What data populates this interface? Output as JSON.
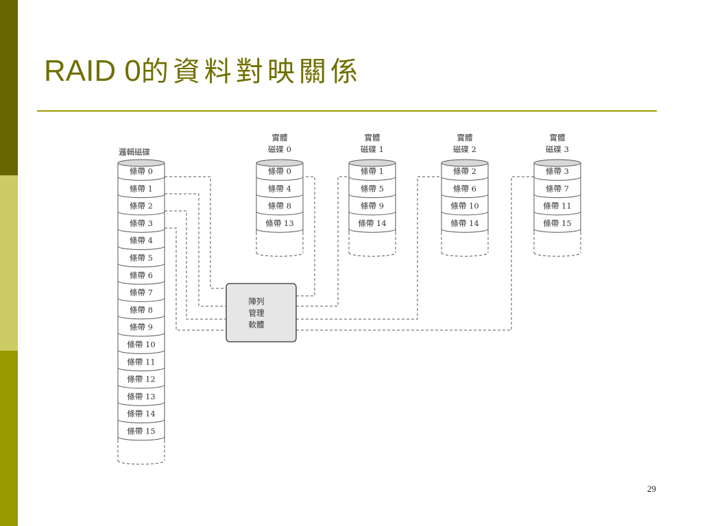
{
  "slide": {
    "title_latin": "RAID 0",
    "title_cjk": "的資料對映關係",
    "page_number": "29"
  },
  "colors": {
    "sidebar_top": "#666600",
    "sidebar_mid": "#cccc66",
    "sidebar_bottom": "#999900",
    "title": "#6f6f00",
    "rule": "#999900"
  },
  "diagram": {
    "logical_disk_label": "邏輯磁碟",
    "logical_stripes": [
      "條帶 0",
      "條帶 1",
      "條帶 2",
      "條帶 3",
      "條帶 4",
      "條帶 5",
      "條帶 6",
      "條帶 7",
      "條帶 8",
      "條帶 9",
      "條帶 10",
      "條帶 11",
      "條帶 12",
      "條帶 13",
      "條帶 14",
      "條帶 15"
    ],
    "physical_disks": [
      {
        "label_line1": "實體",
        "label_line2": "磁碟 0",
        "stripes": [
          "條帶 0",
          "條帶 4",
          "條帶 8",
          "條帶 13"
        ]
      },
      {
        "label_line1": "實體",
        "label_line2": "磁碟 1",
        "stripes": [
          "條帶 1",
          "條帶 5",
          "條帶 9",
          "條帶 14"
        ]
      },
      {
        "label_line1": "實體",
        "label_line2": "磁碟 2",
        "stripes": [
          "條帶 2",
          "條帶 6",
          "條帶 10",
          "條帶 14"
        ]
      },
      {
        "label_line1": "實體",
        "label_line2": "磁碟 3",
        "stripes": [
          "條帶 3",
          "條帶 7",
          "條帶 11",
          "條帶 15"
        ]
      }
    ],
    "software_box": [
      "陣列",
      "管理",
      "軟體"
    ]
  }
}
